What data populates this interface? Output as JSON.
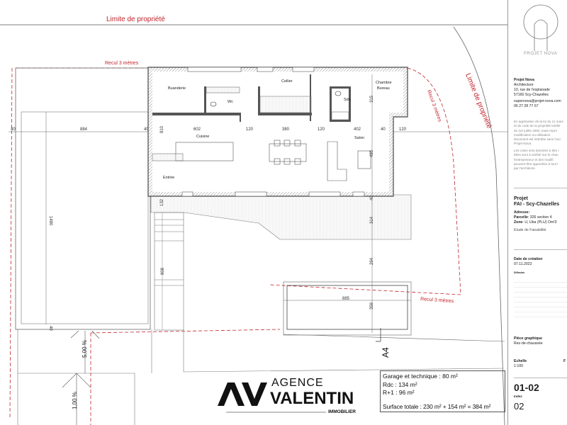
{
  "plan": {
    "property_limit_top": "Limite de propriété",
    "property_limit_right": "Limite de propriété",
    "setback_top": "Recul 3 mètres",
    "setback_right": "Recul 3 mètres",
    "setback_bottom": "Recul 3 mètres",
    "rooms": {
      "buanderie": "Buanderie",
      "wc": "Wc",
      "cellier": "Cellier",
      "sdb": "Sdb",
      "chambre": "Chambre",
      "bureau": "Bureau",
      "cuisine": "Cuisine",
      "salon": "Salon",
      "entree": "Entrée"
    },
    "dimensions": {
      "d40a": "40",
      "d884": "884",
      "d40b": "40",
      "d810": "810",
      "d602": "602",
      "d120a": "120",
      "d380": "380",
      "d120b": "120",
      "d402": "402",
      "d40c": "40",
      "d120c": "120",
      "d1480": "1480",
      "d40d": "40",
      "d132": "132",
      "d808": "808",
      "d315": "315",
      "d495": "495",
      "d40e": "40",
      "d314": "314",
      "d294": "294",
      "d885": "885",
      "d359": "359"
    },
    "slopes": {
      "upper": "5,00 %",
      "lower": "1,00 %"
    },
    "section_marker": "A4"
  },
  "logo": {
    "agence": "AGENCE",
    "valentin": "VALENTIN",
    "immobilier": "IMMOBILIER",
    "mark": "AV"
  },
  "summary": {
    "garage": "Garage et technique : 80 m²",
    "rdc": "Rdc : 134 m²",
    "r1": "R+1 : 96 m²",
    "total": "Surface totale : 230 m² + 154 m² = 384 m²"
  },
  "title_block": {
    "brand": "PROJET NOVA",
    "firm_name": "Projet Nova",
    "firm_type": "Architecture",
    "address1": "10, rue de l'esplanade",
    "address2": "57160  Scy-Chazelles",
    "email": "supernova@projet-nova.com",
    "phone": "06 27 28 77 67",
    "legal1": [
      "En application de la loi du 11 mars",
      "et du code de la propriété intelle",
      "du 1er juillet 1992, toute repro",
      "modification ou utilisation",
      "document est interdite sans l'acc",
      "Projet Nova."
    ],
    "legal2": [
      "Les cotes sont données à titre i",
      "Elles sont à vérifier sur le chan",
      "l'entrepreneur et des modifi",
      "peuvent être apportées à tout r",
      "par l'architecte."
    ],
    "project_label": "Projet",
    "project_name": "FAI - Scy-Chazelles",
    "address_label": "Adresse:",
    "parcelle_label": "Parcelle",
    "parcelle_value": ": 326 section 4",
    "zone_label": "Zone",
    "zone_value": ": U, Uba (PLU) Om!3",
    "study": "Etude de Faisabilité",
    "date_label": "Date de création",
    "date_value": "07.11.2022",
    "diffusion_label": "Diffusion",
    "piece_label": "Pièce graphique",
    "piece_value": "Rez-de-chaussée",
    "scale_label": "Echelle",
    "scale_value": "1:100",
    "format_label": "F",
    "sheet_number": "01-02",
    "index_label": "Index",
    "index_value": "02"
  }
}
